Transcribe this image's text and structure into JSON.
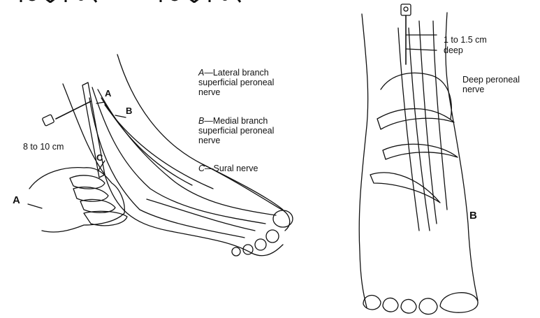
{
  "panel_a": {
    "label": "A",
    "needle_depth": "8 to 10 cm",
    "point_labels": {
      "a": "A",
      "b": "B",
      "c": "C"
    },
    "legend": [
      {
        "key": "A",
        "sep": "—",
        "text": "Lateral branch",
        "cont": [
          "superficial peroneal",
          "nerve"
        ]
      },
      {
        "key": "B",
        "sep": "—",
        "text": "Medial branch",
        "cont": [
          "superficial peroneal",
          "nerve"
        ]
      },
      {
        "key": "C",
        "sep": "—",
        "text": "Sural nerve",
        "cont": []
      }
    ]
  },
  "panel_b": {
    "label": "B",
    "depth_line1": "1 to 1.5 cm",
    "depth_line2": "deep",
    "nerve_line1": "Deep peroneal",
    "nerve_line2": "nerve"
  }
}
